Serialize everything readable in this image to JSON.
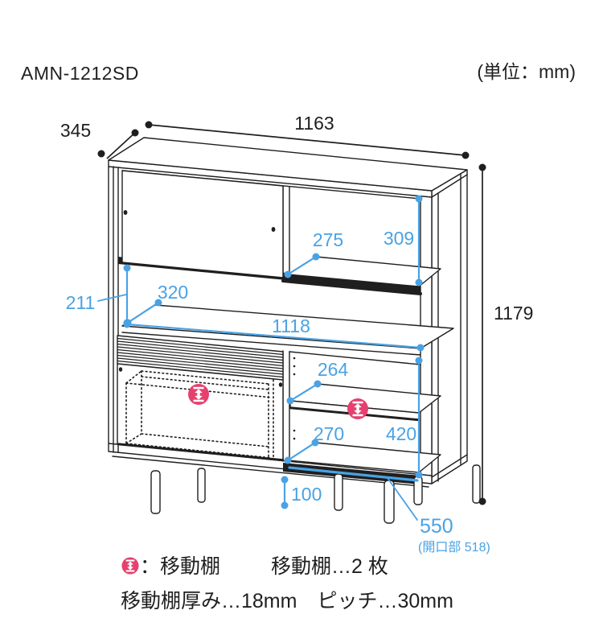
{
  "header": {
    "model": "AMN-1212SD",
    "unit_note": "(単位：mm)"
  },
  "diagram": {
    "type": "furniture-dimension-drawing",
    "colors": {
      "line": "#1f1f1f",
      "dimension_blue": "#4aa2e4",
      "accent_pink": "#e5406e",
      "background": "#ffffff"
    },
    "overall_dimensions": {
      "width": "1163",
      "depth": "345",
      "height": "1179"
    },
    "internal_dimensions": {
      "top_compartment_depth": "275",
      "top_compartment_height": "309",
      "counter_space_height": "211",
      "counter_depth": "320",
      "counter_inner_width": "1118",
      "movable_shelf_depth": "264",
      "bottom_inner_depth": "270",
      "lower_compartment_height": "420",
      "leg_height": "100",
      "lower_opening_width": "550",
      "lower_opening_note": "(開口部 518)"
    }
  },
  "legend": {
    "icon_term": "：移動棚",
    "shelf_count": "移動棚…2 枚",
    "shelf_spec": "移動棚厚み…18mm　ピッチ…30mm"
  }
}
